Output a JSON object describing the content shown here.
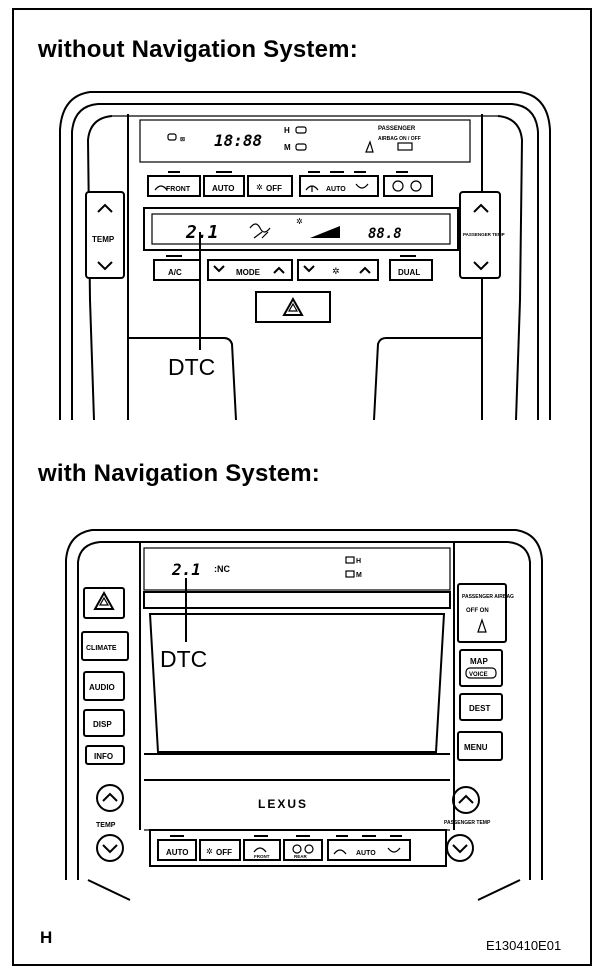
{
  "headings": {
    "without_nav": "without Navigation System:",
    "with_nav": "with Navigation System:"
  },
  "callouts": {
    "dtc_top": "DTC",
    "dtc_bottom": "DTC"
  },
  "corner_mark": "H",
  "figure_id": "E130410E01",
  "panel_top": {
    "clock": "18:88",
    "status_h": "H",
    "status_m": "M",
    "passenger_title": "PASSENGER",
    "airbag_on_off": "AIRBAG ON / OFF",
    "front_label": "FRONT",
    "auto_label": "AUTO",
    "off_label": "OFF",
    "auto_small": "AUTO",
    "temp_label": "TEMP",
    "passenger_temp": "PASSENGER TEMP",
    "display_left": "2.1",
    "display_right": "88.8",
    "ac_label": "A/C",
    "mode_label": "MODE",
    "dual_label": "DUAL"
  },
  "panel_bottom": {
    "display_code": "2.1",
    "nc_label": ":NC",
    "status_h": "H",
    "status_m": "M",
    "climate_label": "CLIMATE",
    "audio_label": "AUDIO",
    "disp_label": "DISP",
    "info_label": "INFO",
    "temp_label": "TEMP",
    "passenger_airbag": "PASSENGER AIRBAG",
    "off_on": "OFF ON",
    "map_label": "MAP",
    "voice_label": "VOICE",
    "dest_label": "DEST",
    "menu_label": "MENU",
    "passenger_temp": "PASSENGER TEMP",
    "brand": "LEXUS",
    "auto_label": "AUTO",
    "off_label": "OFF",
    "front_label": "FRONT",
    "rear_label": "REAR",
    "auto_small": "AUTO"
  }
}
